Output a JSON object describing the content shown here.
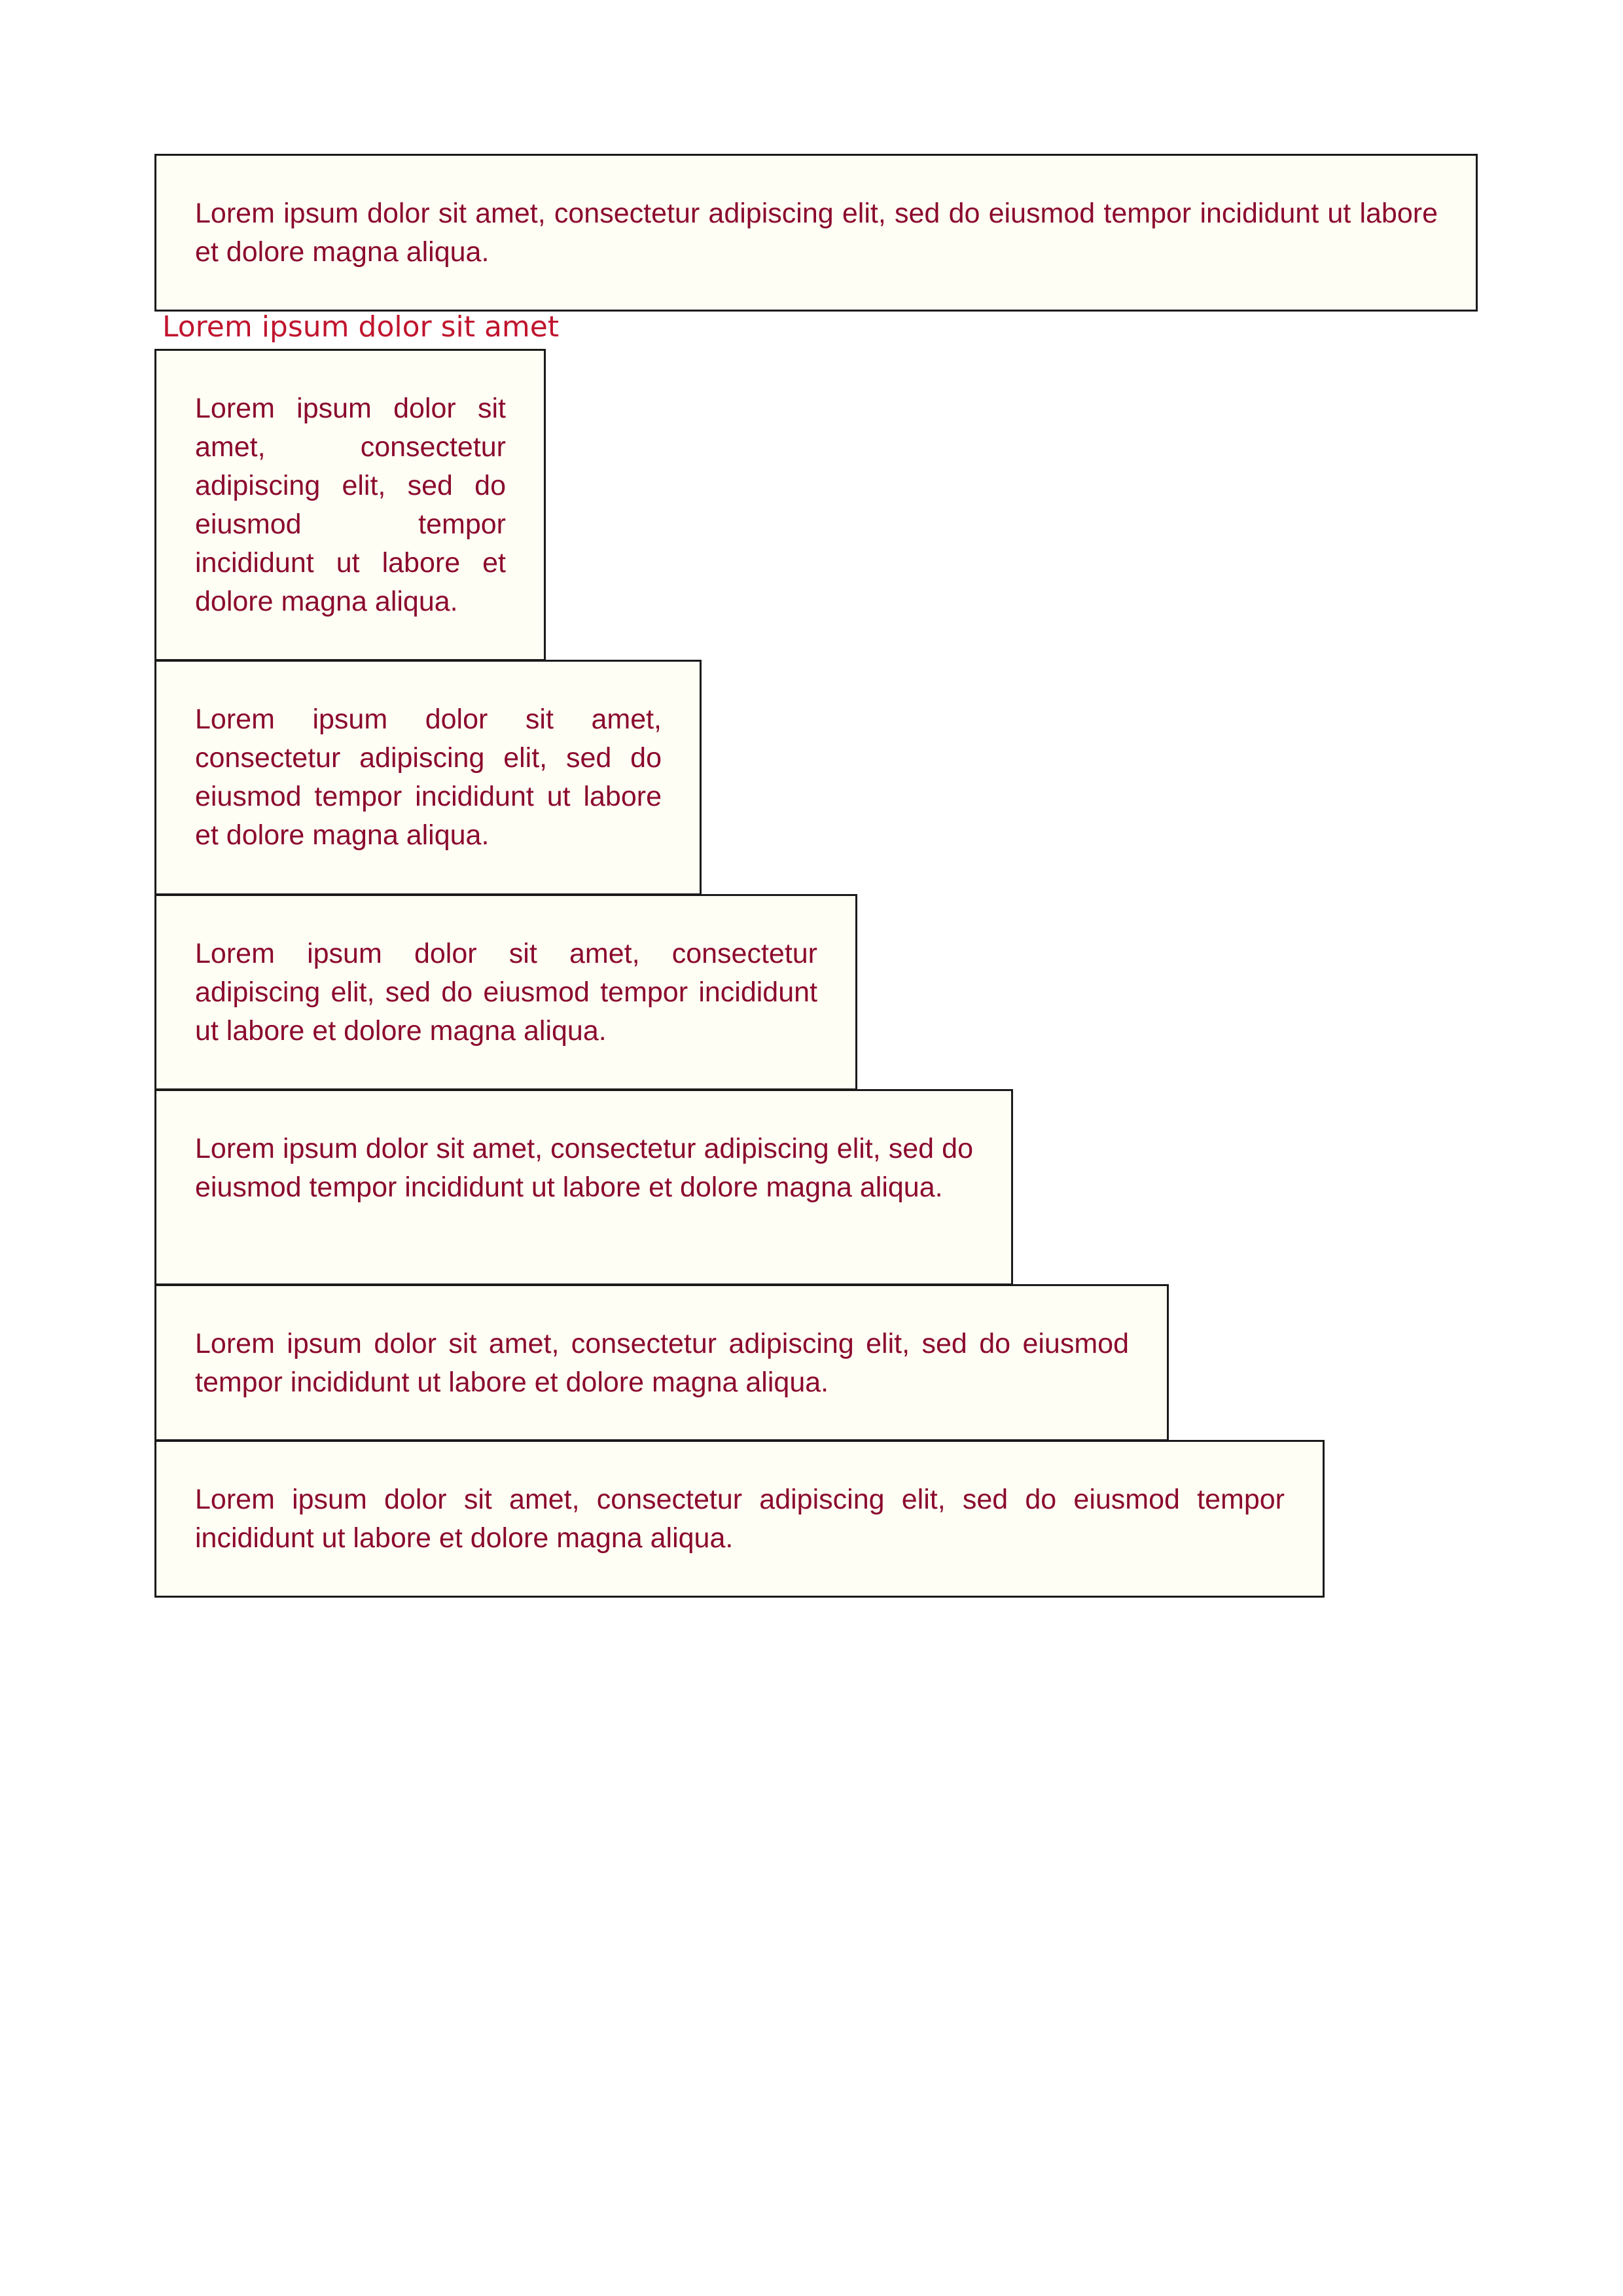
{
  "document": {
    "top_box": {
      "text": "Lorem ipsum dolor sit amet, consectetur adipiscing elit, sed do eiusmod tempor incididunt ut labore et dolore magna aliqua."
    },
    "heading": "Lorem ipsum dolor sit amet",
    "boxes": [
      {
        "text": "Lorem ipsum dolor sit amet, consectetur adipiscing elit, sed do eiusmod tempor incididunt ut labore et dolore magna aliqua."
      },
      {
        "text": "Lorem ipsum dolor sit amet, consectetur adipiscing elit, sed do eiusmod tempor incididunt ut labore et dolore magna aliqua."
      },
      {
        "text": "Lorem ipsum dolor sit amet, consectetur adipiscing elit, sed do eiusmod tempor incididunt ut labore et dolore magna aliqua."
      },
      {
        "text": "Lorem ipsum dolor sit amet, consectetur adipiscing elit, sed do eiusmod tempor incididunt ut labore et dolore magna aliqua."
      },
      {
        "text": "Lorem ipsum dolor sit amet, consectetur adipiscing elit, sed do eiusmod tempor incididunt ut labore et dolore magna aliqua."
      },
      {
        "text": "Lorem ipsum dolor sit amet, consectetur adipiscing elit, sed do eiusmod tempor incididunt ut labore et dolore magna aliqua."
      }
    ]
  },
  "colors": {
    "text": "#8b0a2c",
    "heading": "#c0152e",
    "box_background": "#fefef4",
    "box_border": "#1a1a1a"
  }
}
